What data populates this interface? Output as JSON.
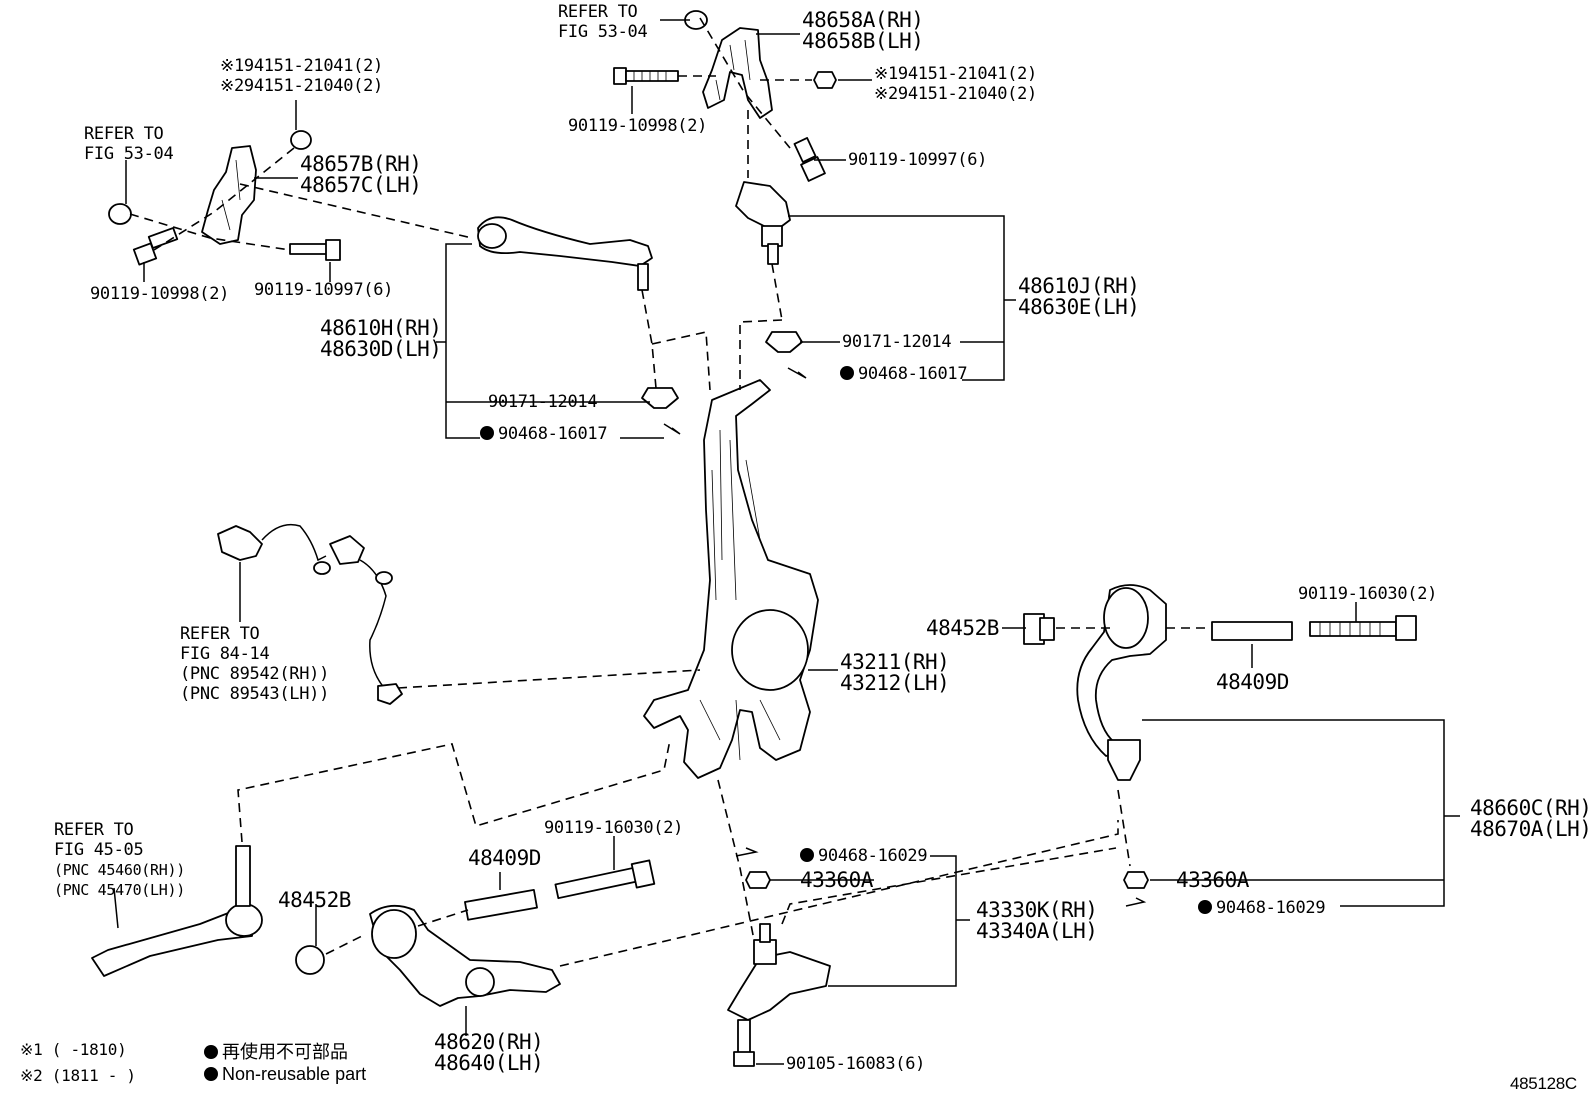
{
  "labels": {
    "refer_53_04_top": [
      "REFER TO",
      "FIG 53-04"
    ],
    "p48658": [
      "48658A(RH)",
      "48658B(LH)"
    ],
    "p94151_right": [
      "※194151-21041(2)",
      "※294151-21040(2)"
    ],
    "p90119_10998_top": "90119-10998(2)",
    "p90119_10997_top": "90119-10997(6)",
    "p94151_left": [
      "※194151-21041(2)",
      "※294151-21040(2)"
    ],
    "refer_53_04_left": [
      "REFER TO",
      "FIG 53-04"
    ],
    "p48657": [
      "48657B(RH)",
      "48657C(LH)"
    ],
    "p90119_10998_left": "90119-10998(2)",
    "p90119_10997_left": "90119-10997(6)",
    "p48610J": [
      "48610J(RH)",
      "48630E(LH)"
    ],
    "p90171_right": "90171-12014",
    "p90468_16017_right": "90468-16017",
    "p48610H": [
      "48610H(RH)",
      "48630D(LH)"
    ],
    "p90171_left": "90171-12014",
    "p90468_16017_left": "90468-16017",
    "refer_84_14": [
      "REFER TO",
      "FIG 84-14",
      "(PNC 89542(RH))",
      "(PNC 89543(LH))"
    ],
    "p43211": [
      "43211(RH)",
      "43212(LH)"
    ],
    "p48452B_right": "48452B",
    "p90119_16030_right": "90119-16030(2)",
    "p48409D_right": "48409D",
    "refer_45_05": [
      "REFER TO",
      "FIG 45-05",
      "(PNC 45460(RH))",
      "(PNC 45470(LH))"
    ],
    "p90119_16030_left": "90119-16030(2)",
    "p48409D_left": "48409D",
    "p48452B_left": "48452B",
    "p90468_16029_center": "90468-16029",
    "p43360A_center": "43360A",
    "p43330K": [
      "43330K(RH)",
      "43340A(LH)"
    ],
    "p48660C": [
      "48660C(RH)",
      "48670A(LH)"
    ],
    "p43360A_right": "43360A",
    "p90468_16029_right": "90468-16029",
    "p48620": [
      "48620(RH)",
      "48640(LH)"
    ],
    "p90105": "90105-16083(6)",
    "figure_id": "485128C"
  },
  "legend": {
    "note1": "※1 (      -1810)",
    "note2": "※2 (1811 -      )",
    "nonreuse_jp": "再使用不可部品",
    "nonreuse_en": "Non-reusable part"
  }
}
